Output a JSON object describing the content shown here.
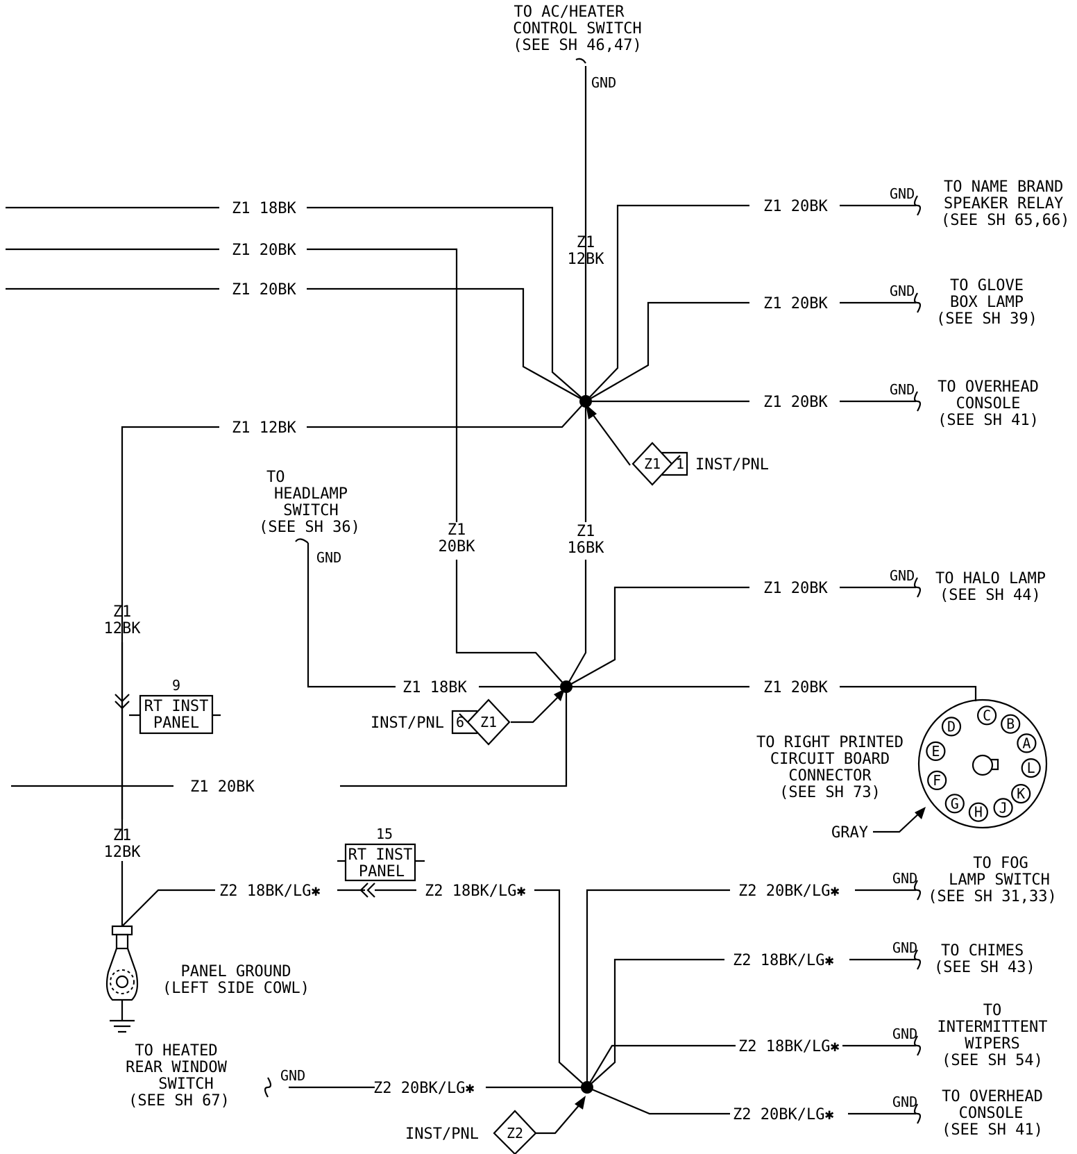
{
  "top_dest": [
    "TO AC/HEATER",
    "CONTROL SWITCH",
    "(SEE SH 46,47)"
  ],
  "gnd": "GND",
  "labels": {
    "z1_18bk": "Z1 18BK",
    "z1_20bk": "Z1 20BK",
    "z1_12bk": "Z1 12BK",
    "z1": "Z1",
    "n12bk": "12BK",
    "n16bk": "16BK",
    "n20bk": "20BK",
    "z2_18bklg": "Z2 18BK/LG✱",
    "z2_20bklg": "Z2 20BK/LG✱",
    "z2": "Z2",
    "inst_pnl": "INST/PNL",
    "pin1": "1",
    "pin6": "6"
  },
  "right_dests": {
    "name_brand": [
      "TO NAME BRAND",
      "SPEAKER RELAY",
      "(SEE SH 65,66)"
    ],
    "glove_box": [
      "TO GLOVE",
      "BOX LAMP",
      "(SEE SH 39)"
    ],
    "overhead_1": [
      "TO OVERHEAD",
      "CONSOLE",
      "(SEE SH 41)"
    ],
    "halo": [
      "TO HALO LAMP",
      "(SEE SH 44)"
    ],
    "fog": [
      "TO FOG",
      "LAMP SWITCH",
      "(SEE SH 31,33)"
    ],
    "chimes": [
      "TO CHIMES",
      "(SEE SH 43)"
    ],
    "wipers": [
      "TO",
      "INTERMITTENT",
      "WIPERS",
      "(SEE SH 54)"
    ],
    "overhead_2": [
      "TO OVERHEAD",
      "CONSOLE",
      "(SEE SH 41)"
    ]
  },
  "headlamp": [
    "TO",
    "HEADLAMP",
    "SWITCH",
    "(SEE SH 36)"
  ],
  "pcb": [
    "TO RIGHT PRINTED",
    "CIRCUIT BOARD",
    "CONNECTOR",
    "(SEE SH 73)"
  ],
  "gray": "GRAY",
  "pcb_pins": [
    "C",
    "B",
    "A",
    "L",
    "K",
    "J",
    "H",
    "G",
    "F",
    "E",
    "D"
  ],
  "rt_inst_9": {
    "num": "9",
    "l1": "RT INST",
    "l2": "PANEL"
  },
  "rt_inst_15": {
    "num": "15",
    "l1": "RT INST",
    "l2": "PANEL"
  },
  "panel_ground": [
    "PANEL GROUND",
    "(LEFT SIDE COWL)"
  ],
  "heated_rear": [
    "TO HEATED",
    "REAR WINDOW",
    "SWITCH",
    "(SEE SH 67)"
  ]
}
